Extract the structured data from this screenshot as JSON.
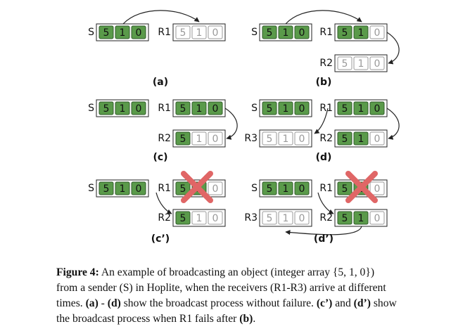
{
  "colors": {
    "filled": "#5a9a4a",
    "filled_stroke": "#2f5a28",
    "empty_stroke": "#9a9a9a",
    "empty_text": "#9a9a9a",
    "x_mark": "#e06666",
    "outline": "#222222"
  },
  "nodes": {
    "S": "S",
    "R1": "R1",
    "R2": "R2",
    "R3": "R3"
  },
  "array_values": [
    "5",
    "1",
    "0"
  ],
  "panels": [
    {
      "label": "(a)"
    },
    {
      "label": "(b)"
    },
    {
      "label": "(c)"
    },
    {
      "label": "(d)"
    },
    {
      "label": "(c’)"
    },
    {
      "label": "(d’)"
    }
  ],
  "icons": {
    "failure": "x-mark-icon"
  },
  "caption": {
    "figure_label": "Figure 4:",
    "line1": "An example of broadcasting an object (integer array {5, 1, 0})",
    "line2": "from a sender (S) in Hoplite, when the receivers (R1-R3) arrive at different",
    "line3_pre": "times. ",
    "line3_a": "(a)",
    "line3_mid1": " - ",
    "line3_d": "(d)",
    "line3_mid2": " show the broadcast process without failure. ",
    "line3_c2": "(c’)",
    "line3_mid3": " and ",
    "line3_d2": "(d’)",
    "line3_post": " show",
    "line4_pre": "the broadcast process when R1 fails after ",
    "line4_b": "(b)",
    "line4_post": "."
  }
}
